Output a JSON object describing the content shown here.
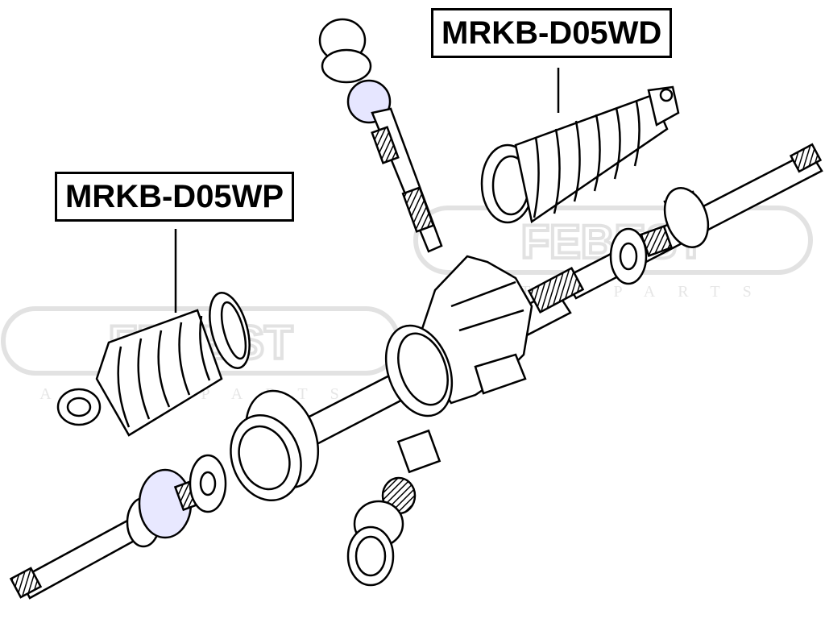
{
  "labels": {
    "boot_right": "MRKB-D05WD",
    "boot_left": "MRKB-D05WP"
  },
  "watermark": {
    "brand": "FEBEST",
    "subtitle": "AUTO PARTS"
  },
  "colors": {
    "line": "#000000",
    "background": "#ffffff",
    "watermark": "#e2e2e2",
    "highlight": "#b9b9ee"
  }
}
